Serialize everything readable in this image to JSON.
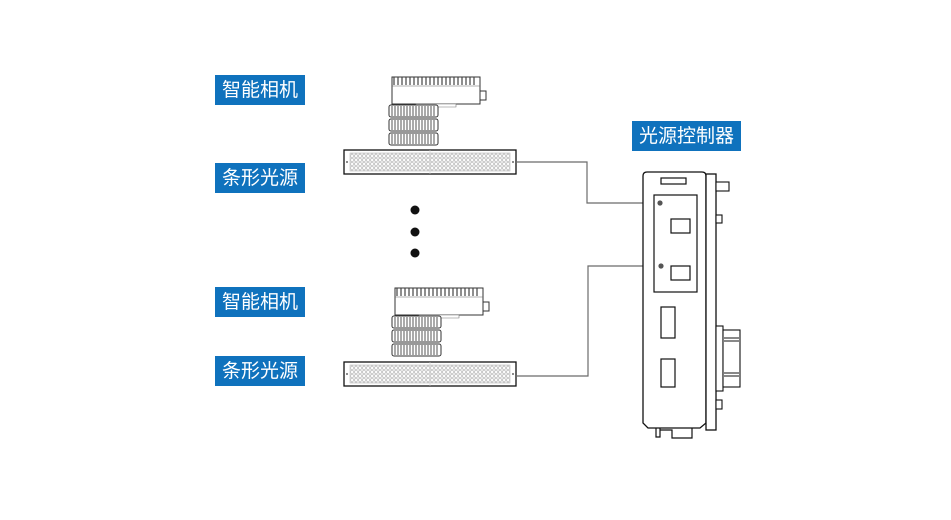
{
  "title": "智能相机与条形光源连接光源控制器示意图",
  "labels": {
    "camera_top": "智能相机",
    "light_top": "条形光源",
    "camera_bottom": "智能相机",
    "light_bottom": "条形光源",
    "controller": "光源控制器"
  },
  "colors": {
    "label_bg": "#0f72bd",
    "label_text": "#ffffff",
    "line": "#1a1a1a",
    "cable": "#6b6b6b"
  },
  "ellipsis_dots": 3,
  "connections": [
    {
      "from": "light_top",
      "to": "controller_port_1"
    },
    {
      "from": "light_bottom",
      "to": "controller_port_2"
    }
  ]
}
